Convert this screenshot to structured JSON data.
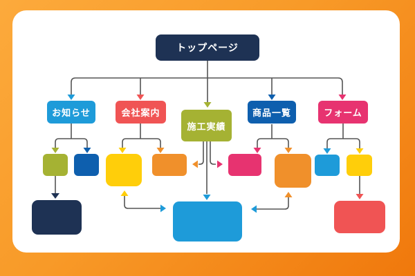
{
  "diagram": {
    "type": "sitemap-flowchart",
    "background": {
      "border_gradient_start": "#FCAA3C",
      "border_gradient_end": "#F0780C",
      "card_color": "#FFFFFF",
      "connector_color": "#545454"
    },
    "palette": {
      "navy": "#1E3254",
      "light_blue": "#1E9BD9",
      "red": "#F05454",
      "olive": "#A5B233",
      "dark_blue": "#0E5FAE",
      "pink": "#E73370",
      "yellow": "#FFCE0A",
      "orange": "#F0902B"
    },
    "nodes": {
      "top_page": {
        "label": "トップページ",
        "color": "#1E3254"
      },
      "news": {
        "label": "お知らせ",
        "color": "#1E9BD9"
      },
      "company": {
        "label": "会社案内",
        "color": "#F05454"
      },
      "works": {
        "label": "施工実績",
        "color": "#A5B233"
      },
      "products": {
        "label": "商品一覧",
        "color": "#0E5FAE"
      },
      "form": {
        "label": "フォーム",
        "color": "#E73370"
      },
      "news_child_1": {
        "label": "",
        "color": "#A5B233"
      },
      "news_child_2": {
        "label": "",
        "color": "#0E5FAE"
      },
      "company_child_1": {
        "label": "",
        "color": "#FFCE0A"
      },
      "company_child_2": {
        "label": "",
        "color": "#F0902B"
      },
      "products_child_1": {
        "label": "",
        "color": "#E73370"
      },
      "products_child_2": {
        "label": "",
        "color": "#F0902B"
      },
      "form_child_1": {
        "label": "",
        "color": "#1E9BD9"
      },
      "form_child_2": {
        "label": "",
        "color": "#FFCE0A"
      },
      "news_grandchild": {
        "label": "",
        "color": "#1E3254"
      },
      "works_child": {
        "label": "",
        "color": "#1E9BD9"
      },
      "form_grandchild": {
        "label": "",
        "color": "#F05454"
      }
    },
    "edges": [
      {
        "from": "top_page",
        "to": "news",
        "arrow_color": "#1E9BD9"
      },
      {
        "from": "top_page",
        "to": "company",
        "arrow_color": "#F05454"
      },
      {
        "from": "top_page",
        "to": "works",
        "arrow_color": "#A5B233"
      },
      {
        "from": "top_page",
        "to": "products",
        "arrow_color": "#0E5FAE"
      },
      {
        "from": "top_page",
        "to": "form",
        "arrow_color": "#E73370"
      },
      {
        "from": "news",
        "to": "news_child_1",
        "arrow_color": "#A5B233"
      },
      {
        "from": "news",
        "to": "news_child_2",
        "arrow_color": "#0E5FAE"
      },
      {
        "from": "company",
        "to": "company_child_1",
        "arrow_color": "#FFCE0A"
      },
      {
        "from": "company",
        "to": "company_child_2",
        "arrow_color": "#F0902B"
      },
      {
        "from": "works",
        "to": "company_child_2",
        "arrow_color": "#F0902B"
      },
      {
        "from": "works",
        "to": "products_child_1",
        "arrow_color": "#E73370"
      },
      {
        "from": "works",
        "to": "works_child",
        "arrow_color": "#1E9BD9"
      },
      {
        "from": "products",
        "to": "products_child_1",
        "arrow_color": "#E73370"
      },
      {
        "from": "products",
        "to": "products_child_2",
        "arrow_color": "#F0902B"
      },
      {
        "from": "form",
        "to": "form_child_1",
        "arrow_color": "#1E9BD9"
      },
      {
        "from": "form",
        "to": "form_child_2",
        "arrow_color": "#FFCE0A"
      },
      {
        "from": "news_child_1",
        "to": "news_grandchild",
        "arrow_color": "#1E3254"
      },
      {
        "from": "company_child_1",
        "to": "works_child",
        "bidirectional": true,
        "arrow_colors": [
          "#FFCE0A",
          "#1E9BD9"
        ]
      },
      {
        "from": "products_child_2",
        "to": "works_child",
        "bidirectional": true,
        "arrow_colors": [
          "#F0902B",
          "#1E9BD9"
        ]
      },
      {
        "from": "form_child_2",
        "to": "form_grandchild",
        "arrow_color": "#F05454"
      }
    ]
  }
}
